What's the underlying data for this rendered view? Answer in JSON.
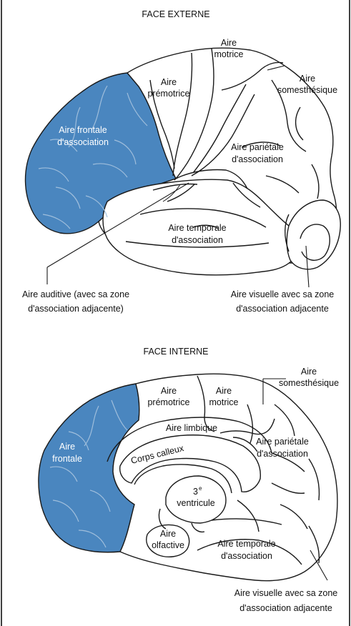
{
  "colors": {
    "frontal_fill": "#4a86bf",
    "outline": "#1a1a1a",
    "sulcus_light": "#9fbedc",
    "background": "#ffffff"
  },
  "external": {
    "title": "FACE EXTERNE",
    "motor": [
      "Aire",
      "motrice"
    ],
    "somesthetic": [
      "Aire",
      "somesthésique"
    ],
    "premotor": [
      "Aire",
      "prémotrice"
    ],
    "frontal_assoc": [
      "Aire frontale",
      "d'association"
    ],
    "parietal_assoc": [
      "Aire pariétale",
      "d'association"
    ],
    "temporal_assoc": [
      "Aire temporale",
      "d'association"
    ],
    "auditory": [
      "Aire auditive (avec sa zone",
      "d'association adjacente)"
    ],
    "visual": [
      "Aire visuelle avec sa zone",
      "d'association adjacente"
    ]
  },
  "internal": {
    "title": "FACE INTERNE",
    "premotor": [
      "Aire",
      "prémotrice"
    ],
    "motor": [
      "Aire",
      "motrice"
    ],
    "somesthetic": [
      "Aire",
      "somesthésique"
    ],
    "frontal": [
      "Aire",
      "frontale"
    ],
    "limbic": "Aire limbique",
    "corpus_callosum": "Corps calleux",
    "parietal_assoc": [
      "Aire pariétale",
      "d'association"
    ],
    "ventricle_num": "3",
    "ventricle_sup": "e",
    "ventricle_word": "ventricule",
    "olfactory": [
      "Aire",
      "olfactive"
    ],
    "temporal_assoc": [
      "Aire temporale",
      "d'association"
    ],
    "visual": [
      "Aire visuelle avec sa zone",
      "d'association adjacente"
    ]
  }
}
